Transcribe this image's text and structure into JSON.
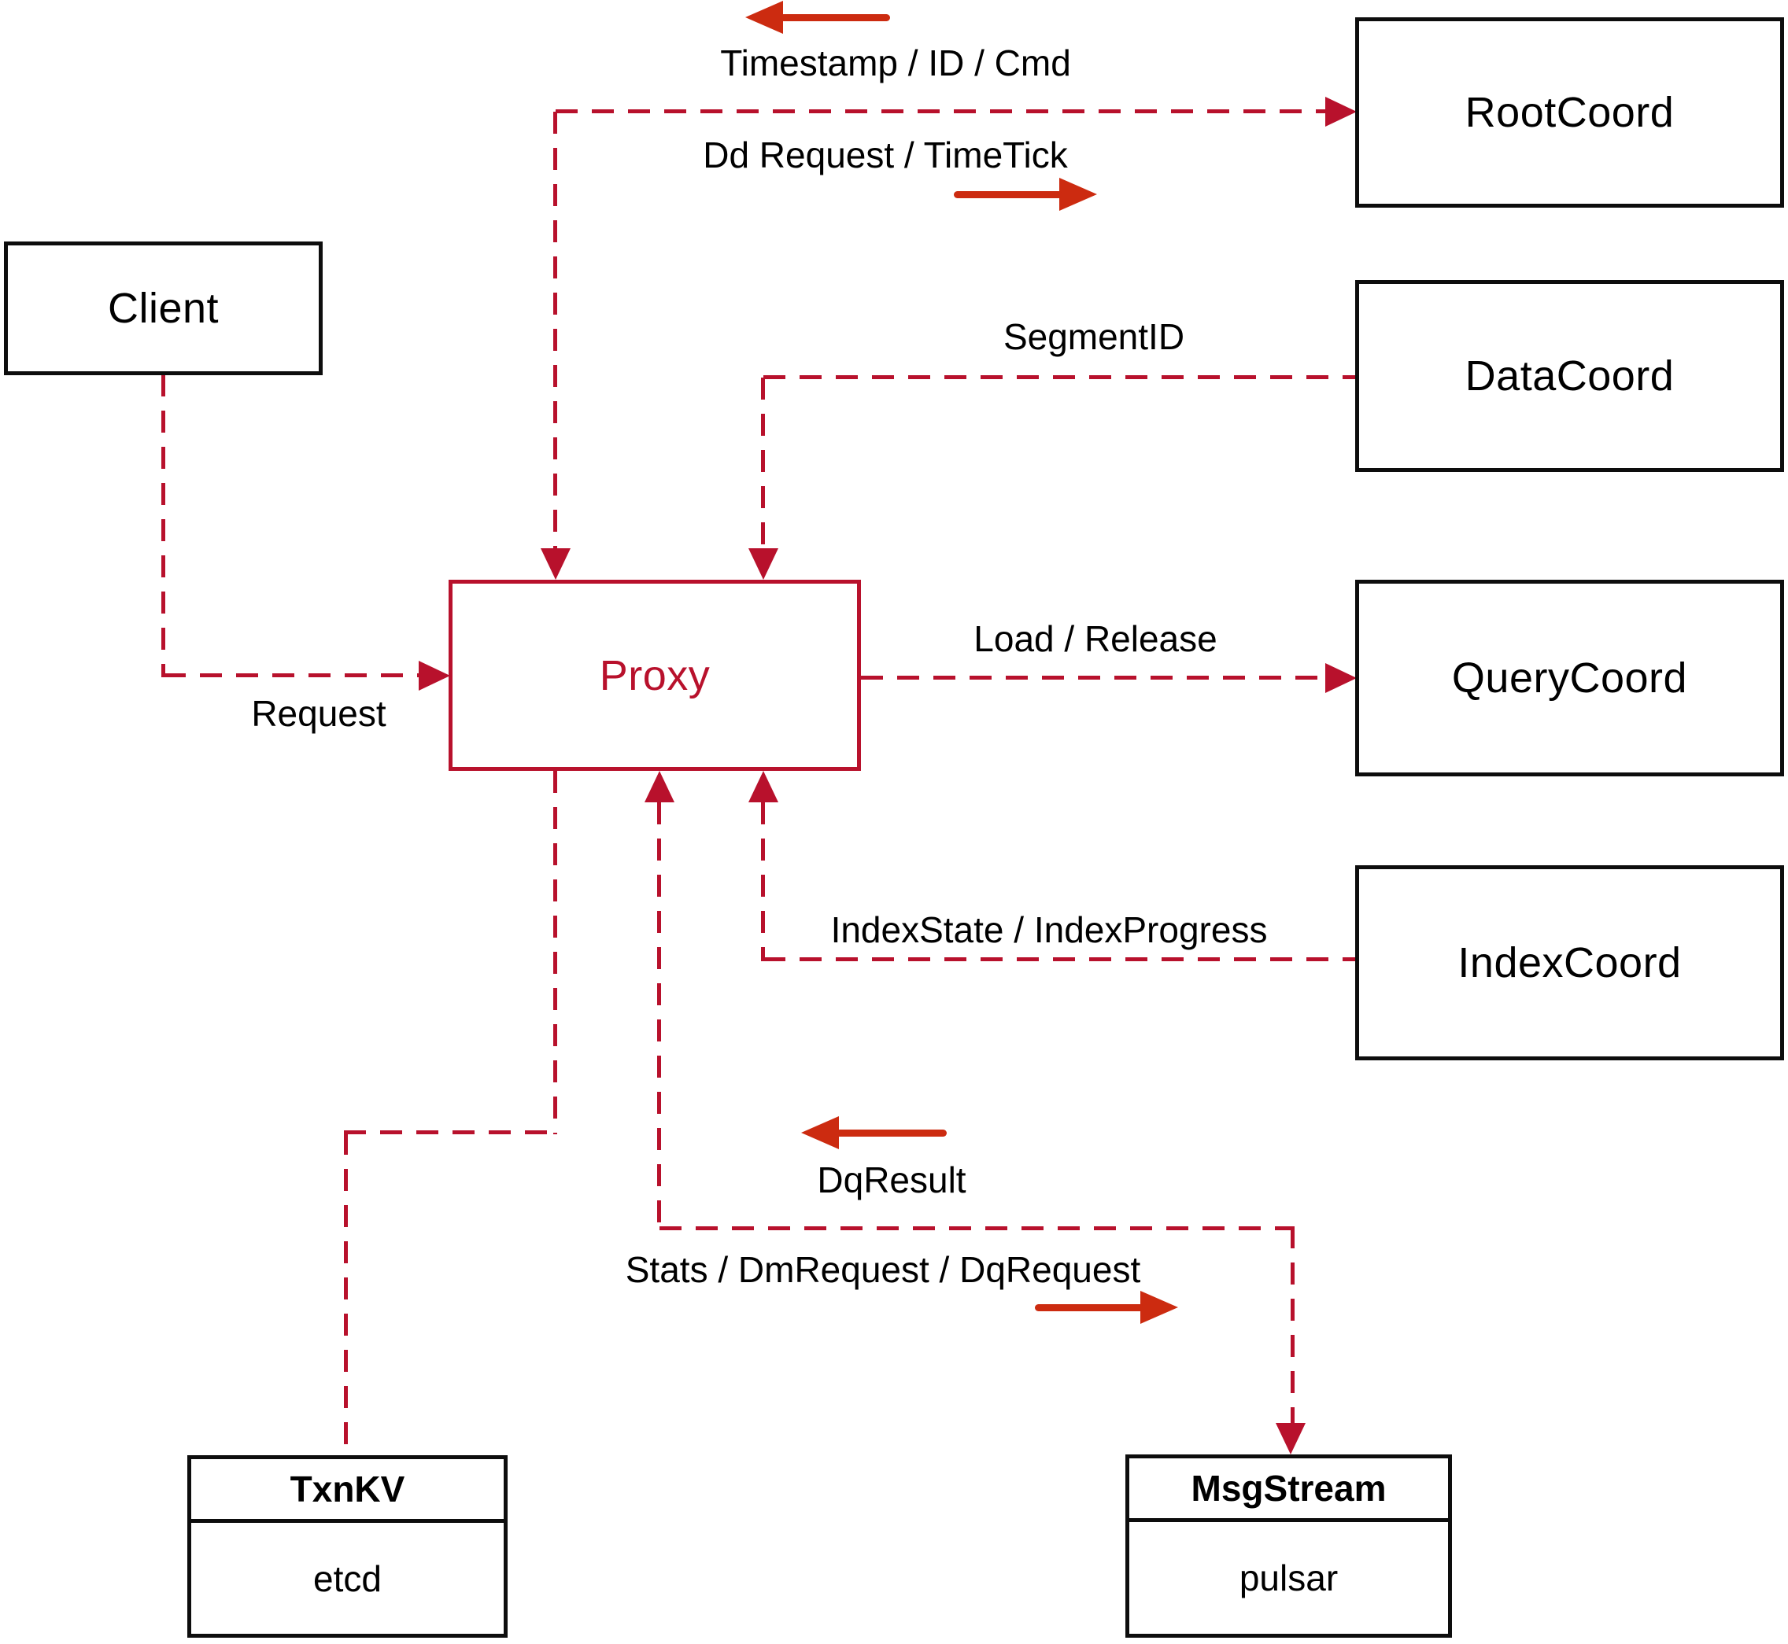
{
  "diagram": {
    "colors": {
      "connector_red": "#b8112c",
      "solid_arrow_red": "#cc2b10",
      "box_border_black": "#0d0d0d",
      "text_black": "#000000",
      "background": "#ffffff"
    },
    "nodes": {
      "client": {
        "label": "Client"
      },
      "proxy": {
        "label": "Proxy"
      },
      "root_coord": {
        "label": "RootCoord"
      },
      "data_coord": {
        "label": "DataCoord"
      },
      "query_coord": {
        "label": "QueryCoord"
      },
      "index_coord": {
        "label": "IndexCoord"
      },
      "txn_kv": {
        "header": "TxnKV",
        "body": "etcd"
      },
      "msg_stream": {
        "header": "MsgStream",
        "body": "pulsar"
      }
    },
    "labels": {
      "timestamp_id_cmd": "Timestamp / ID / Cmd",
      "dd_request_timetick": "Dd Request / TimeTick",
      "segment_id": "SegmentID",
      "load_release": "Load / Release",
      "indexstate_indexprogress": "IndexState / IndexProgress",
      "request": "Request",
      "dq_result": "DqResult",
      "stats_dm_dq": "Stats / DmRequest / DqRequest"
    }
  }
}
